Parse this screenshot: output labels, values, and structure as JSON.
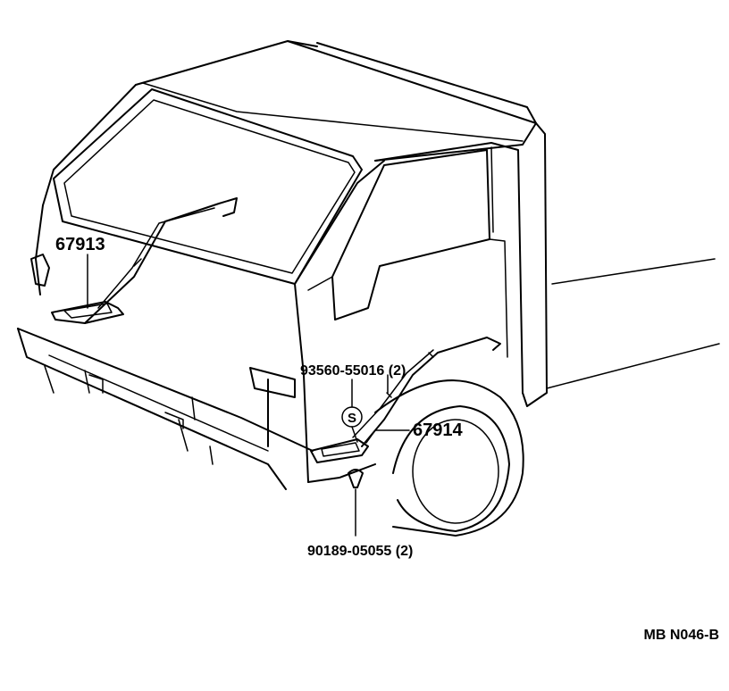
{
  "labels": {
    "part_67913": "67913",
    "part_67914": "67914",
    "screw": "93560-55016 (2)",
    "clip": "90189-05055 (2)",
    "screw_symbol": "S",
    "diagram_code": "MB  N046-B"
  }
}
